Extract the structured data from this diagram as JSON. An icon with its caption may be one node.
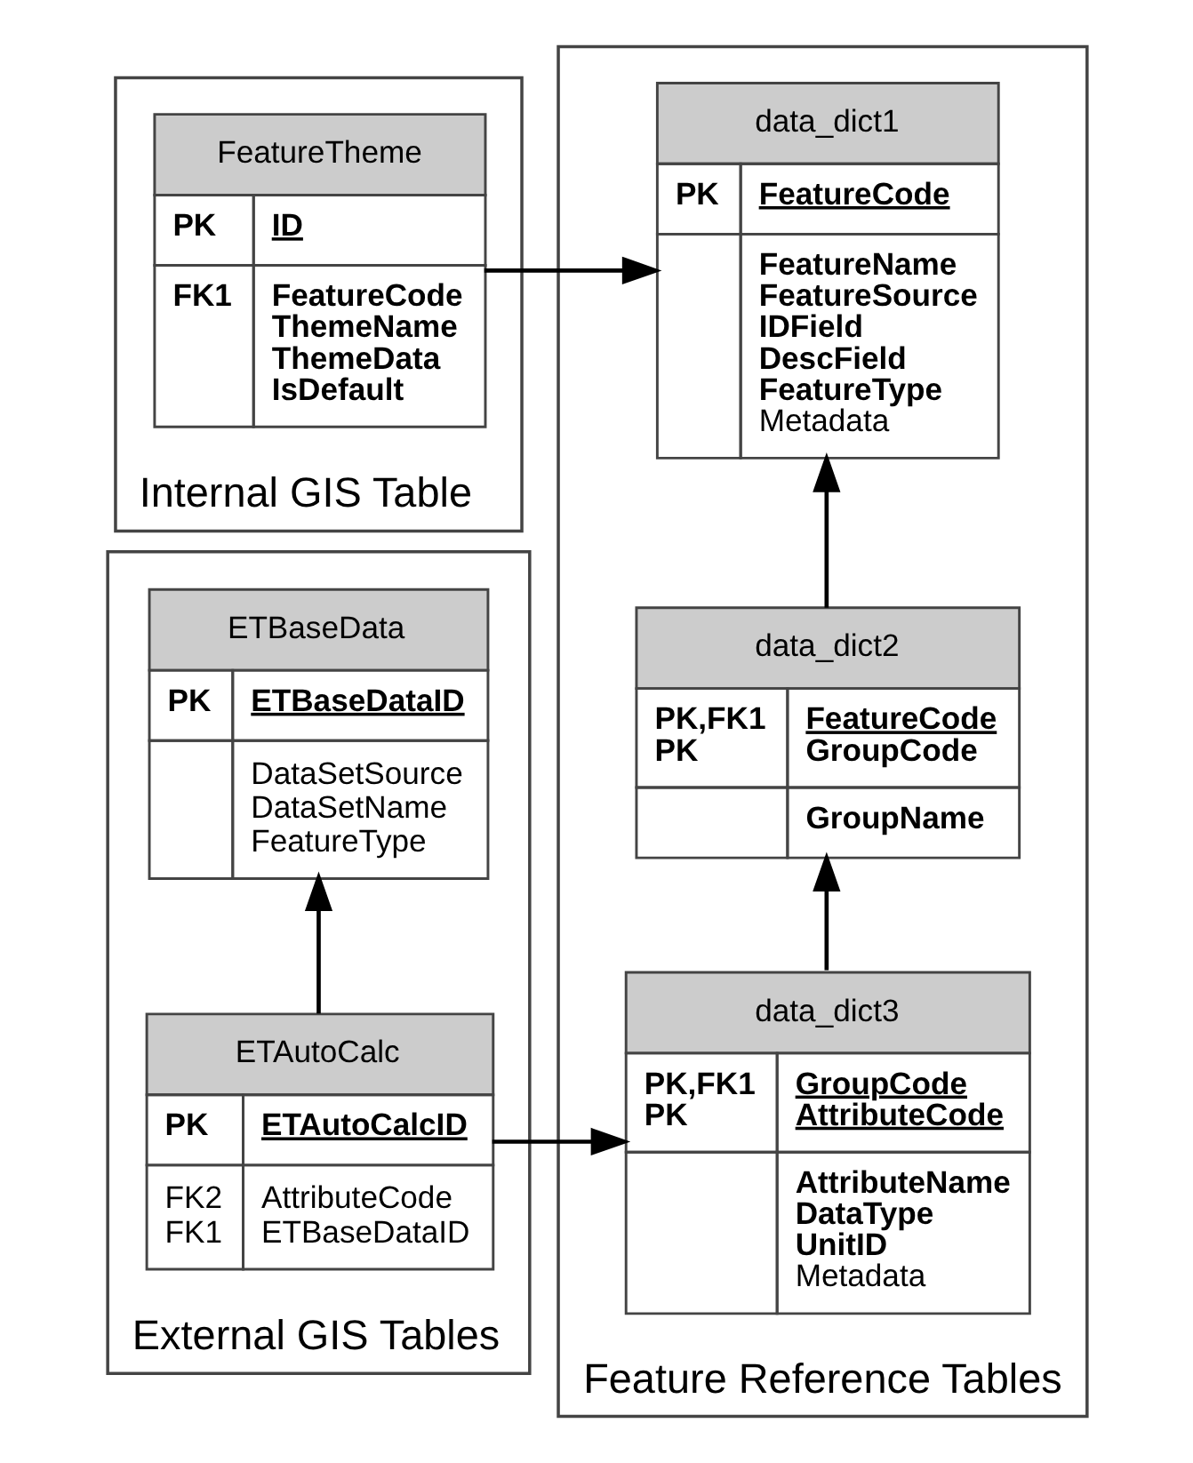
{
  "diagram": {
    "nodes": [
      {
        "text": [
          "Internal GIS Table"
        ]
      },
      {
        "text": [
          "FeatureTheme",
          "PK",
          "ID",
          "FK1",
          "FeatureCode",
          "ThemeName",
          "ThemeData",
          "IsDefault"
        ],
        "in": 0
      },
      {
        "text": [
          "Feature Reference Tables"
        ]
      },
      {
        "text": [
          "data_dict1",
          "PK",
          "FeatureCode",
          "FeatureName",
          "FeatureSource",
          "IDField",
          "DescField",
          "FeatureType",
          "Metadata"
        ],
        "in": 2
      },
      {
        "text": [
          "data_dict2",
          "PK,FK1",
          "PK",
          "FeatureCode",
          "GroupCode",
          "GroupName"
        ],
        "in": 2
      },
      {
        "text": [
          "data_dict3",
          "PK,FK1",
          "PK",
          "GroupCode",
          "AttributeCode",
          "AttributeName",
          "DataType",
          "UnitID",
          "Metadata"
        ],
        "in": 2
      },
      {
        "text": [
          "External GIS Tables"
        ]
      },
      {
        "text": [
          "ETBaseData",
          "PK",
          "ETBaseDataID",
          "DataSetSource",
          "DataSetName",
          "FeatureType"
        ],
        "in": 6
      },
      {
        "text": [
          "ETAutoCalc",
          "PK",
          "ETAutoCalcID",
          "FK2",
          "FK1",
          "AttributeCode",
          "ETBaseDataID"
        ],
        "in": 6
      }
    ],
    "edges": [
      {
        "from": 1,
        "to": 3,
        "arrow": "to"
      },
      {
        "from": 4,
        "to": 3,
        "arrow": "to"
      },
      {
        "from": 5,
        "to": 4,
        "arrow": "to"
      },
      {
        "from": 8,
        "to": 7,
        "arrow": "to"
      },
      {
        "from": 8,
        "to": 5,
        "arrow": "to"
      }
    ]
  }
}
